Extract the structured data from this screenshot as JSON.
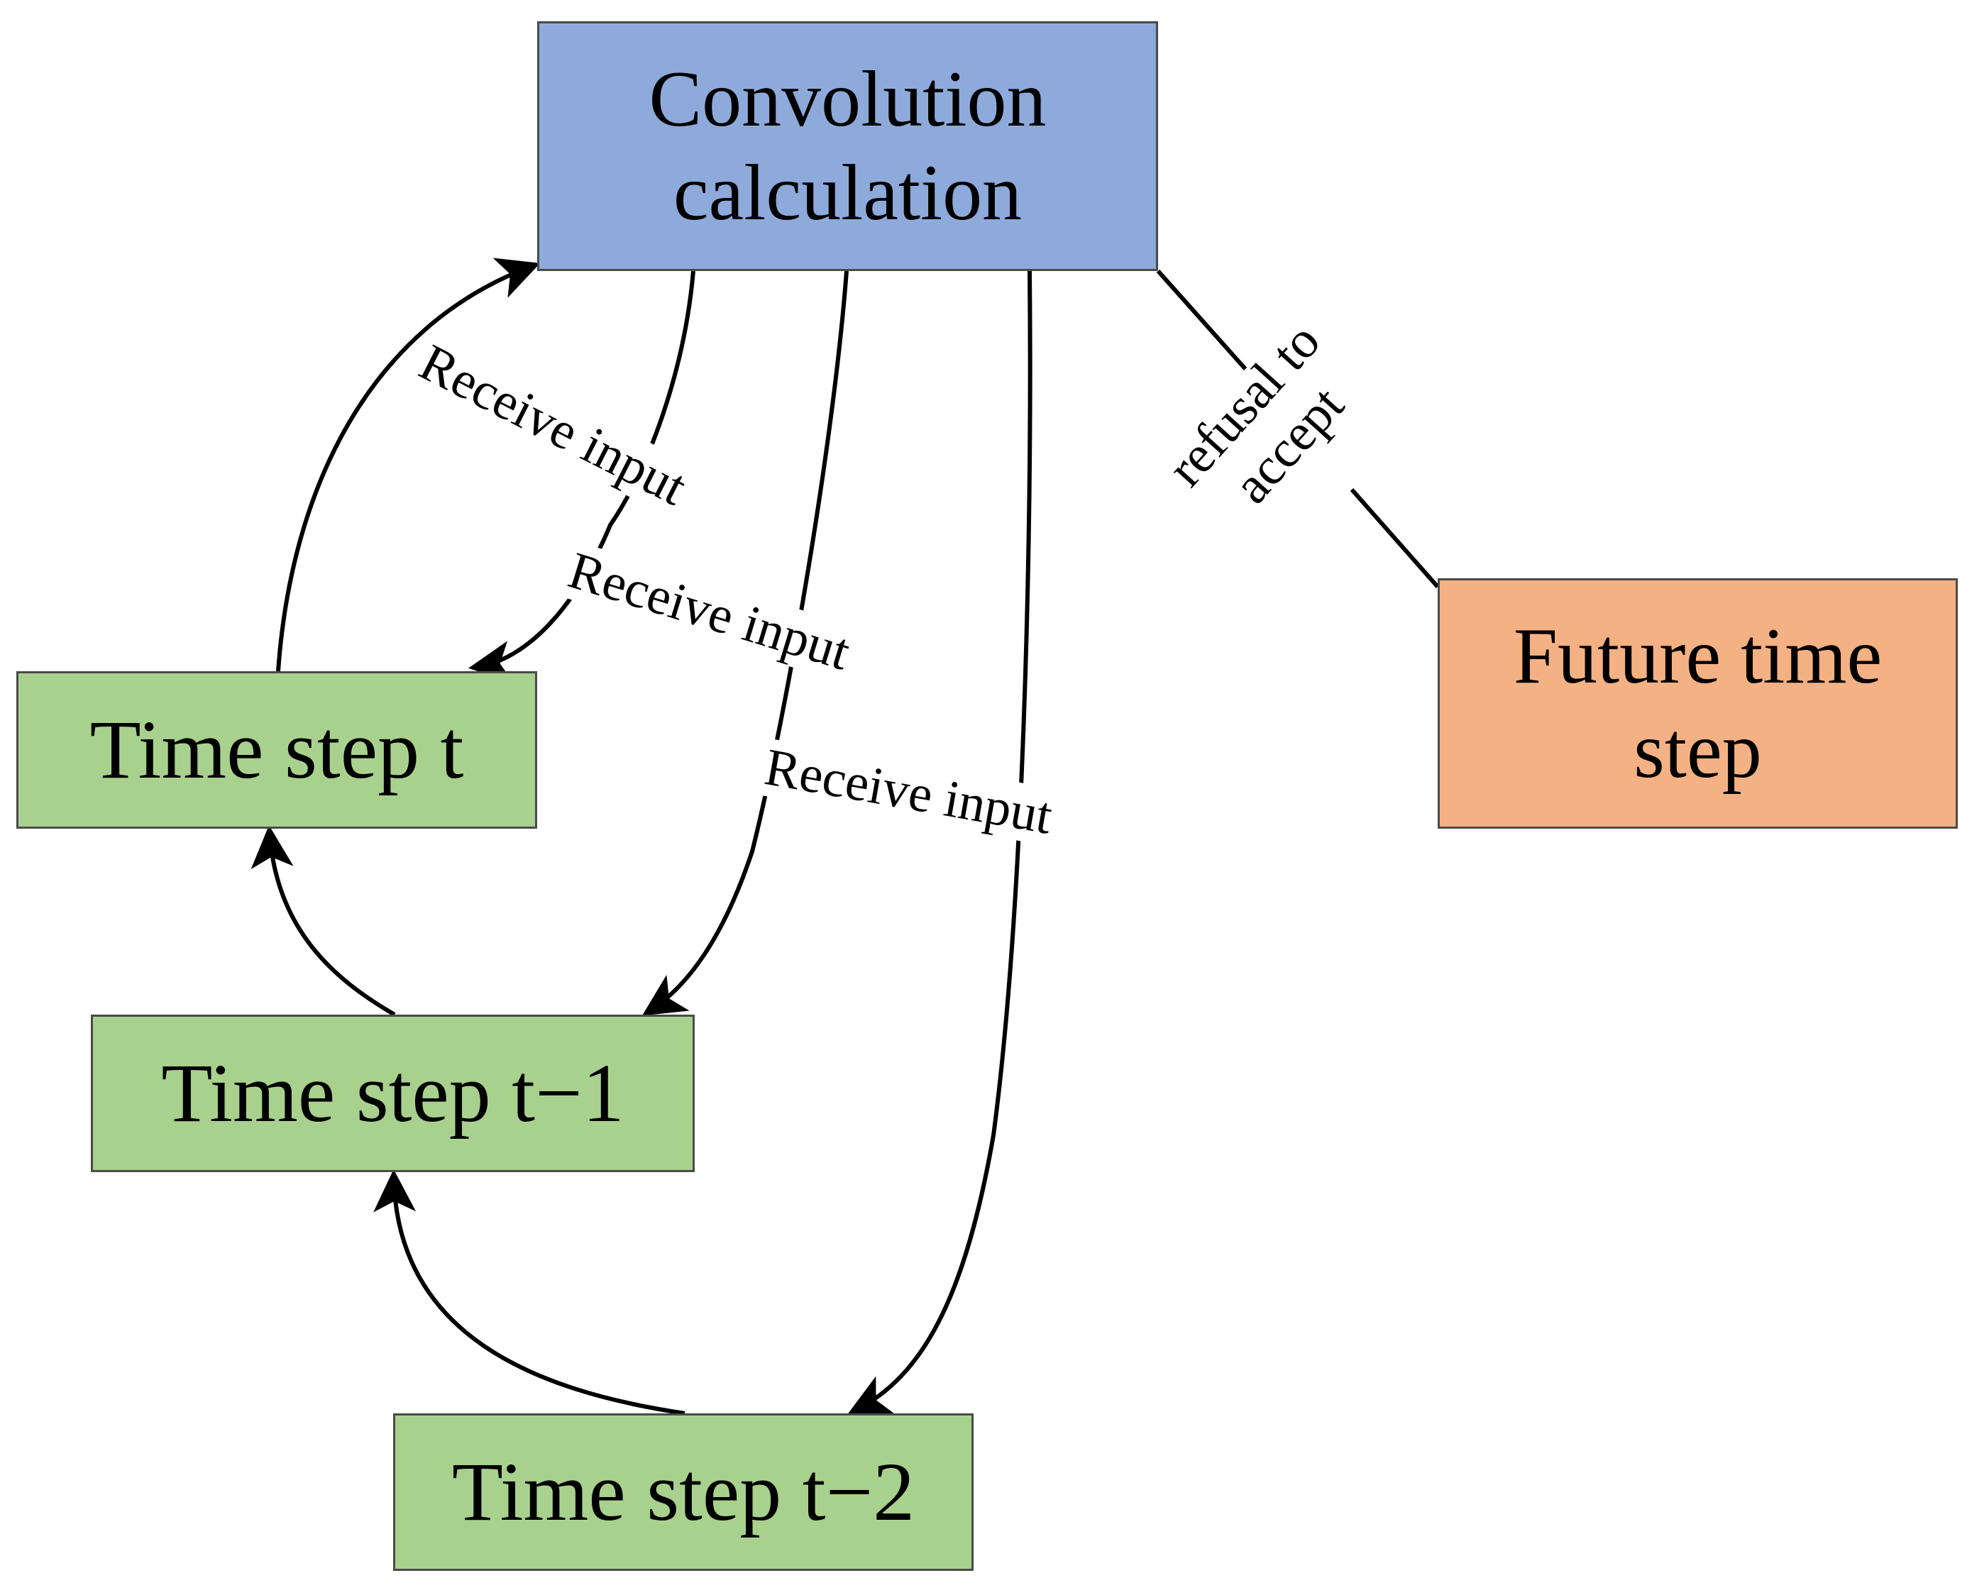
{
  "nodes": {
    "convolution": {
      "label": "Convolution\ncalculation",
      "color": "#8eaadb"
    },
    "future": {
      "label": "Future time\nstep",
      "color": "#f4b183"
    },
    "t": {
      "label": "Time step t",
      "color": "#a9d18e"
    },
    "t1": {
      "label": "Time step t−1",
      "color": "#a9d18e"
    },
    "t2": {
      "label": "Time step t−2",
      "color": "#a9d18e"
    }
  },
  "edges": [
    {
      "from": "t",
      "to": "convolution",
      "label": ""
    },
    {
      "from": "t1",
      "to": "t",
      "label": ""
    },
    {
      "from": "t2",
      "to": "t1",
      "label": ""
    },
    {
      "from": "convolution",
      "to": "t",
      "label": "Receive input"
    },
    {
      "from": "convolution",
      "to": "t1",
      "label": "Receive input"
    },
    {
      "from": "convolution",
      "to": "t2",
      "label": "Receive input"
    },
    {
      "from": "convolution",
      "to": "future",
      "label": "refusal to\naccept"
    }
  ],
  "colors": {
    "line": "#000000",
    "border": "#4a4a4a"
  }
}
